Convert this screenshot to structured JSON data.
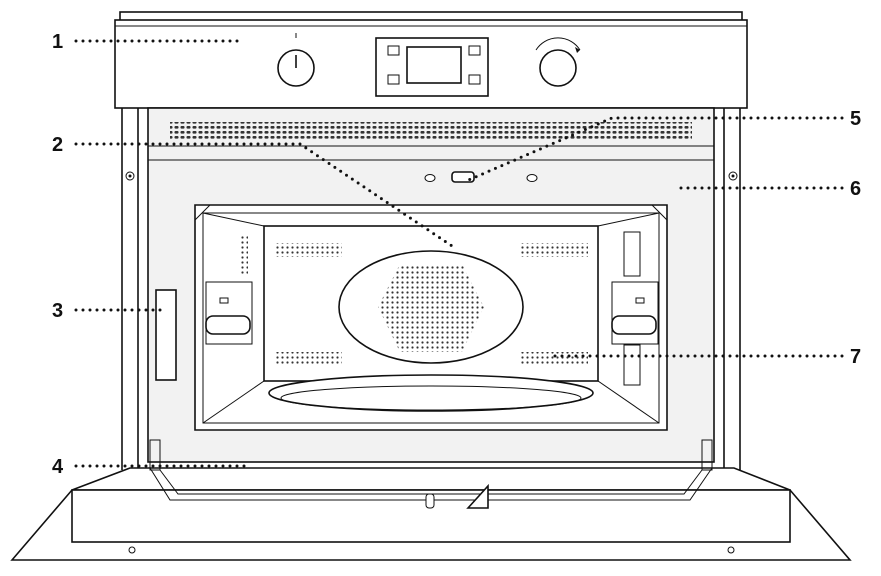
{
  "callouts": [
    {
      "id": "1"
    },
    {
      "id": "2"
    },
    {
      "id": "3"
    },
    {
      "id": "4"
    },
    {
      "id": "5"
    },
    {
      "id": "6"
    },
    {
      "id": "7"
    }
  ],
  "icons": [
    "knob-icon",
    "display-icon",
    "dial-icon",
    "grill-element-icon",
    "turntable-icon",
    "shelf-support-icon"
  ]
}
